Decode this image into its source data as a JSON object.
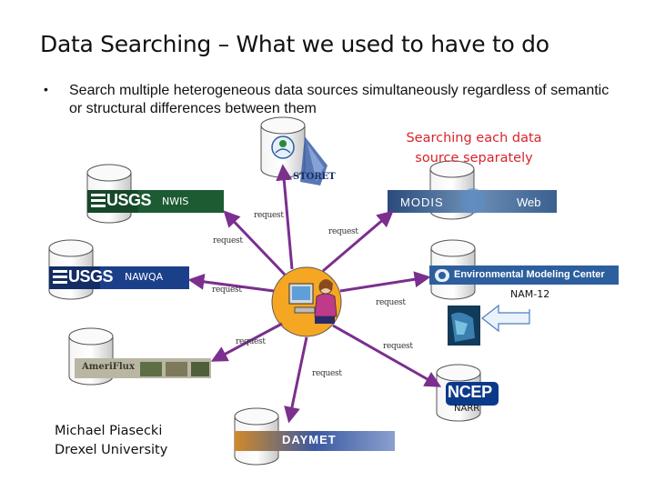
{
  "slide": {
    "title": "Data Searching – What we used to have to do",
    "bullet": "Search multiple heterogeneous data sources simultaneously regardless of semantic or structural differences between them",
    "annotation_line1": "Searching each data",
    "annotation_line2": "source separately",
    "author_name": "Michael Piasecki",
    "author_affiliation": "Drexel University"
  },
  "sources": {
    "nwis": {
      "label": "NWIS",
      "logo_text": "USGS"
    },
    "nawqa": {
      "label": "NAWQA",
      "logo_text": "USGS"
    },
    "storet": {
      "logo_text": "STORET"
    },
    "modis": {
      "logo_text_left": "MODIS",
      "logo_text_right": "Web"
    },
    "emc": {
      "logo_text": "Environmental Modeling Center",
      "label": "NAM-12"
    },
    "ameriflux": {
      "logo_text": "AmeriFlux"
    },
    "ncep": {
      "logo_text": "NCEP",
      "label": "NARR"
    },
    "daymet": {
      "logo_text": "DAYMET"
    }
  },
  "requests": {
    "r1": "request",
    "r2": "request",
    "r3": "request",
    "r4": "request",
    "r5": "request",
    "r6": "request",
    "r7": "request",
    "r8": "request"
  },
  "colors": {
    "arrow": "#7b2f8e",
    "annotation": "#d8242a",
    "usgs_green": "#1d5b33",
    "usgs_blue": "#1c3f8a",
    "center_disc": "#f5a623"
  }
}
